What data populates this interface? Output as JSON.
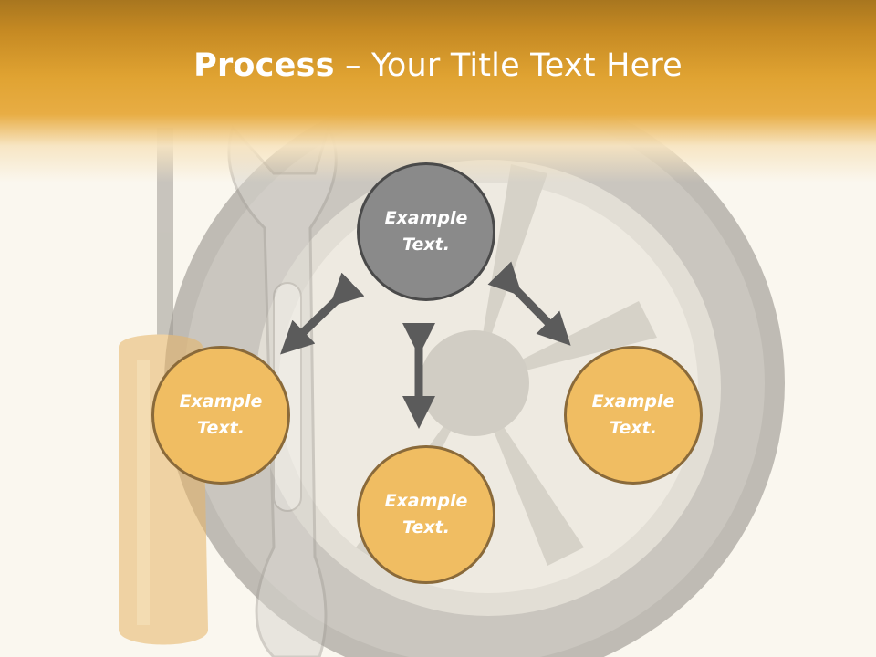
{
  "slide": {
    "title_bold": "Process",
    "title_rest": " – Your Title Text Here"
  },
  "nodes": {
    "top": {
      "line1": "Example",
      "line2": "Text."
    },
    "left": {
      "line1": "Example",
      "line2": "Text."
    },
    "bottom": {
      "line1": "Example",
      "line2": "Text."
    },
    "right": {
      "line1": "Example",
      "line2": "Text."
    }
  },
  "colors": {
    "title_band": "#e8ad44",
    "node_orange": "#f0bd62",
    "node_gray": "#8a8a8a",
    "arrow": "#5b5b5b"
  }
}
